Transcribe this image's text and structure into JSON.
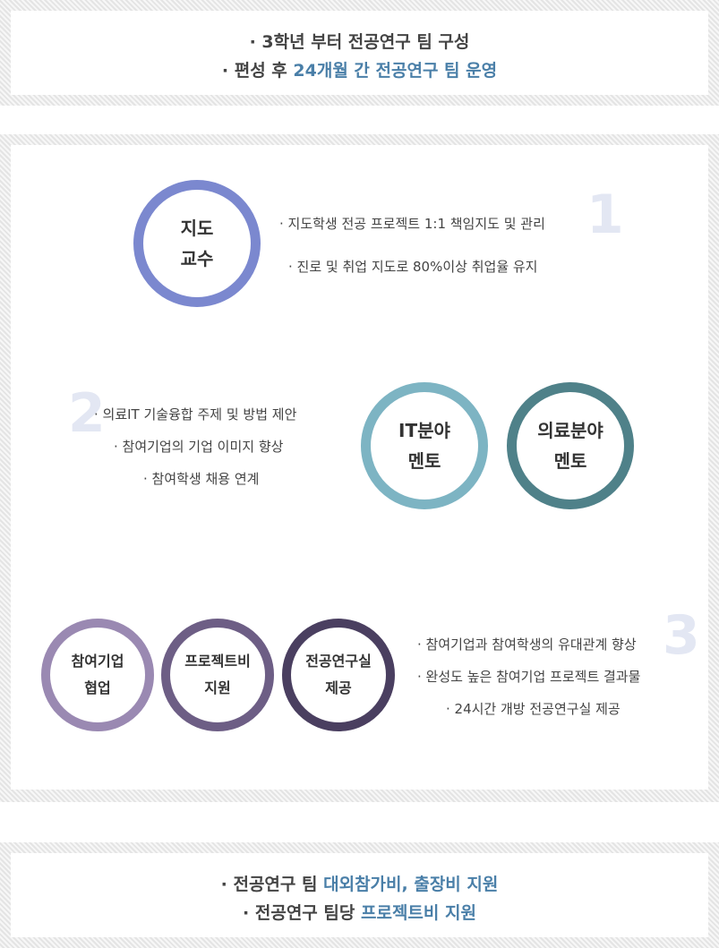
{
  "top_box": {
    "line1": "· 3학년 부터 전공연구 팀 구성",
    "line2_prefix": "· 편성 후 ",
    "line2_highlight": "24개월 간 전공연구 팀 운영"
  },
  "section1": {
    "number": "1",
    "circle": {
      "label": "지도\n교수",
      "color": "#7b88cf"
    },
    "bullets": [
      "· 지도학생 전공 프로젝트 1:1 책임지도 및 관리",
      "· 진로 및 취업 지도로 80%이상 취업율 유지"
    ]
  },
  "section2": {
    "number": "2",
    "bullets": [
      "· 의료IT 기술융합 주제 및 방법 제안",
      "· 참여기업의 기업 이미지 향상",
      "· 참여학생 채용 연계"
    ],
    "circles": [
      {
        "label": "IT분야\n멘토",
        "color": "#7db4c3"
      },
      {
        "label": "의료분야\n멘토",
        "color": "#4f8189"
      }
    ]
  },
  "section3": {
    "number": "3",
    "circles": [
      {
        "label": "참여기업\n협업",
        "color": "#9a89b2"
      },
      {
        "label": "프로젝트비\n지원",
        "color": "#6d5e85"
      },
      {
        "label": "전공연구실\n제공",
        "color": "#4a3f60"
      }
    ],
    "bullets": [
      "· 참여기업과 참여학생의 유대관계 향상",
      "· 완성도 높은 참여기업 프로젝트 결과물",
      "· 24시간 개방 전공연구실 제공"
    ]
  },
  "bottom_box": {
    "line1_prefix": "· 전공연구 팀 ",
    "line1_highlight": "대외참가비, 출장비 지원",
    "line2_prefix": "· 전공연구 팀당 ",
    "line2_highlight": "프로젝트비 지원"
  },
  "colors": {
    "highlight": "#4a7fa8",
    "number": "#e3e7f3",
    "hatch": "#e4e4e4"
  }
}
